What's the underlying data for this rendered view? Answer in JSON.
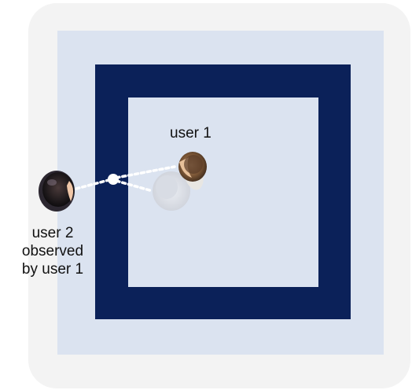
{
  "labels": {
    "user1": "user 1",
    "user2_line1": "user 2",
    "user2_line2": "observed",
    "user2_line3": "by user 1"
  },
  "colors": {
    "outer_panel": "#f3f3f3",
    "light_square": "#dbe3f0",
    "navy_frame": "#0b2159",
    "sight_line": "#ffffff"
  },
  "icons": {
    "user1": "person-top-view-icon",
    "user1_ghost": "person-ghost-top-view-icon",
    "user2": "person-top-view-icon",
    "observation_point": "dot-marker-icon"
  }
}
